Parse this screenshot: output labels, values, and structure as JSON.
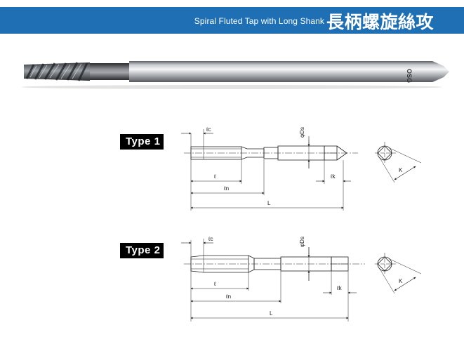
{
  "header": {
    "title_en": "Spiral Fluted Tap with Long Shank",
    "title_jp": "長柄螺旋絲攻",
    "band_color": "#1E6FB4"
  },
  "product_photo": {
    "shank_marking": "OSG"
  },
  "drawings": [
    {
      "type_label": "Type 1",
      "dims": {
        "lc": "ℓc",
        "ds": "φDs",
        "l": "ℓ",
        "ln": "ℓn",
        "lk": "ℓk",
        "L": "L",
        "k": "K"
      }
    },
    {
      "type_label": "Type 2",
      "dims": {
        "lc": "ℓc",
        "ds": "φDs",
        "l": "ℓ",
        "ln": "ℓn",
        "lk": "ℓk",
        "L": "L",
        "k": "K"
      }
    }
  ]
}
